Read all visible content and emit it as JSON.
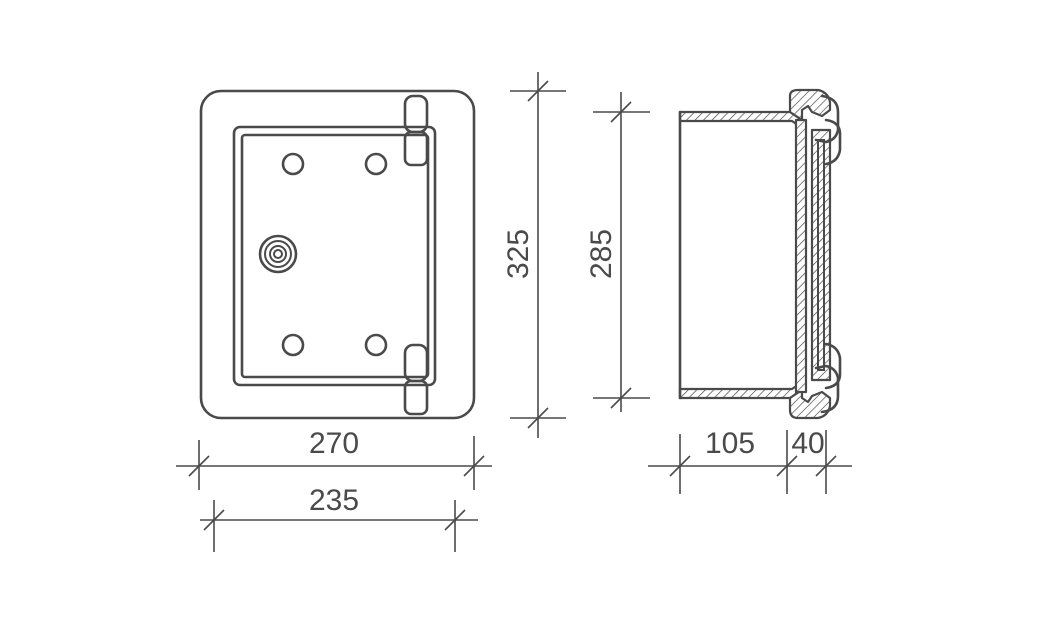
{
  "dimensions": {
    "outer_width": "270",
    "inner_width": "235",
    "outer_height": "325",
    "inner_height": "285",
    "depth": "105",
    "flange": "40"
  },
  "colors": {
    "line": "#4a4a4a",
    "background": "#ffffff"
  }
}
